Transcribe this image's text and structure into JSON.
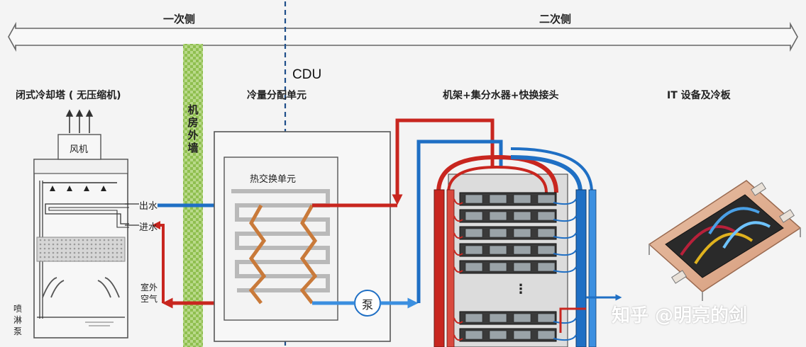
{
  "regions": {
    "primary_side": "一次侧",
    "secondary_side": "二次侧"
  },
  "sections": {
    "cooling_tower": "闭式冷却塔 ( 无压缩机)",
    "cdu_abbr": "CDU",
    "cdu_full": "冷量分配单元",
    "rack": "机架+集分水器+快换接头",
    "it_equipment": "IT 设备及冷板"
  },
  "cooling_tower": {
    "fan": "风机",
    "outlet": "出水",
    "inlet": "进水",
    "outdoor_air": "室外空气",
    "spray_pump": "喷淋泵"
  },
  "wall": "机房外墙",
  "cdu": {
    "heat_exchanger": "热交换单元",
    "pump": "泵"
  },
  "rack": {
    "ellipsis": "⋮"
  },
  "watermark": "知乎 @明亮的剑",
  "colors": {
    "hot": "#c8261f",
    "cold": "#1f6fc4",
    "coil": "#c97a3a",
    "wall": "#9bc35a",
    "frame": "#555555"
  }
}
